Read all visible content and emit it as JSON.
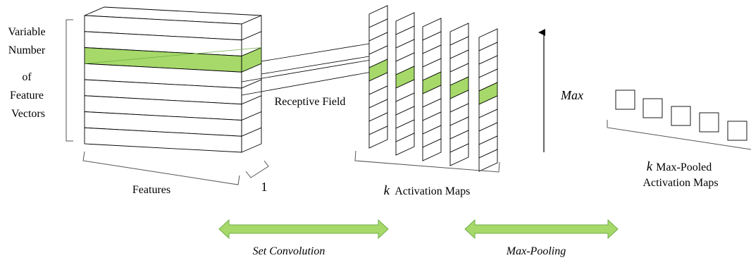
{
  "labels": {
    "variable_number": [
      "Variable",
      "Number",
      "of",
      "Feature",
      "Vectors"
    ],
    "features": "Features",
    "one": "1",
    "receptive_field": "Receptive Field",
    "k": "k",
    "activation_maps": "Activation Maps",
    "max": "Max",
    "max_pooled_line1": "Max-Pooled",
    "max_pooled_line2": "Activation Maps",
    "set_convolution": "Set Convolution",
    "max_pooling": "Max-Pooling"
  },
  "colors": {
    "highlight": "#a6d96a",
    "highlight_stroke": "#70ad47",
    "stroke": "#000000",
    "bracket": "#555555"
  },
  "structure": {
    "feature_rows": 8,
    "highlighted_row": 2,
    "activation_map_count": 5,
    "activation_map_cells": 10,
    "pooled_box_count": 5
  }
}
